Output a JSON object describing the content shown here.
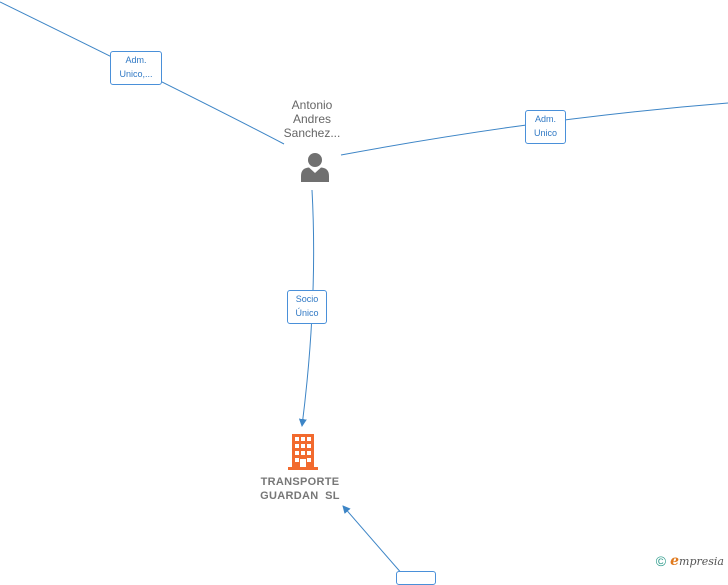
{
  "person": {
    "name_lines": [
      "Antonio",
      "Andres",
      "Sanchez..."
    ],
    "icon": "person-icon",
    "icon_color": "#707070"
  },
  "company": {
    "name_lines": [
      "TRANSPORTE",
      "GUARDAN  SL"
    ],
    "icon": "building-icon",
    "icon_color": "#f26a2e"
  },
  "edges": {
    "top_left_label": [
      "Adm.",
      "Unico,..."
    ],
    "right_label": [
      "Adm.",
      "Unico"
    ],
    "socio_label": [
      "Socio",
      "Único"
    ]
  },
  "colors": {
    "edge": "#3d85c6",
    "label_border": "#4a90d9",
    "label_text": "#2f78c4"
  },
  "footer": {
    "copyright_symbol": "©",
    "brand_initial": "e",
    "brand_rest": "mpresia"
  }
}
